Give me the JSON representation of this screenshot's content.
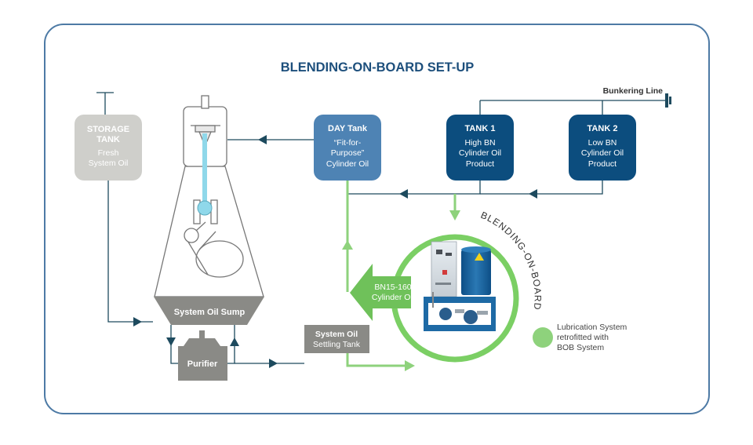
{
  "title": "BLENDING-ON-BOARD SET-UP",
  "colors": {
    "frame": "#4d7aa5",
    "title": "#1d4f7c",
    "navy": "#0c4d7e",
    "day_tank": "#4e83b4",
    "grey_box": "#cfcfcb",
    "grey_dark": "#8a8a86",
    "green": "#8ed27c",
    "green_arrow": "#6fc15a",
    "line": "#1d4a5e",
    "engine_line": "#777777",
    "piston_rod": "#8fd8ea",
    "bob_ring": "#7bcf64"
  },
  "storage_tank": {
    "title1": "STORAGE",
    "title2": "TANK",
    "line1": "Fresh",
    "line2": "System Oil"
  },
  "day_tank": {
    "title": "DAY Tank",
    "line1": "“Fit-for-",
    "line2": "Purpose”",
    "line3": "Cylinder Oil"
  },
  "tank1": {
    "title": "TANK 1",
    "line1": "High BN",
    "line2": "Cylinder Oil",
    "line3": "Product"
  },
  "tank2": {
    "title": "TANK 2",
    "line1": "Low BN",
    "line2": "Cylinder Oil",
    "line3": "Product"
  },
  "bunkering_line": "Bunkering Line",
  "sump": "System Oil Sump",
  "purifier": "Purifier",
  "settling_tank": {
    "title": "System Oil",
    "line1": "Settling Tank"
  },
  "bn_arrow": {
    "line1": "BN15-160",
    "line2": "Cylinder Oil"
  },
  "bob_ring_label": "BLENDING-ON-BOARD",
  "legend": {
    "line1": "Lubrication System",
    "line2": "retrofitted with",
    "line3": "BOB System"
  }
}
